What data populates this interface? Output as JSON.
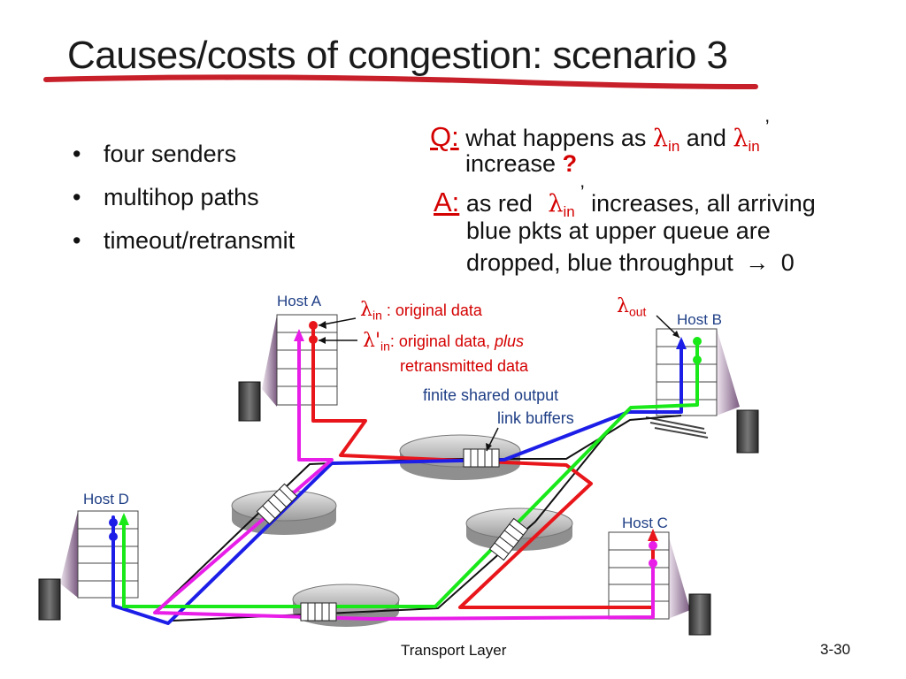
{
  "title": "Causes/costs of congestion: scenario 3",
  "bullets": [
    "four senders",
    "multihop paths",
    "timeout/retransmit"
  ],
  "question": {
    "label": "Q:",
    "text_1": "what happens as",
    "lambda": "λ",
    "sub_in": "in",
    "and": "and",
    "prime": "’",
    "line2": "increase",
    "qmark": "?"
  },
  "answer": {
    "label": "A:",
    "text_1": "as red",
    "lambda": "λ",
    "sub_in": "in",
    "prime": "’",
    "text_2": "increases, all arriving",
    "line2": "blue pkts at upper queue are",
    "line3": "dropped, blue throughput",
    "arrow": "→",
    "zero": "0"
  },
  "labels": {
    "lambda_in_sym": "λ",
    "lambda_in_sub": "in",
    "lambda_in_text": ": original data",
    "lambda_prime_sym": "λ'",
    "lambda_prime_sub": "in",
    "lambda_prime_text": ": original data,",
    "plus": "plus",
    "retransmitted": "retransmitted data",
    "lambda_out_sym": "λ",
    "lambda_out_sub": "out",
    "buffers_1": "finite shared output",
    "buffers_2": "link buffers"
  },
  "hosts": {
    "a": "Host A",
    "b": "Host B",
    "c": "Host C",
    "d": "Host D"
  },
  "footer": {
    "center": "Transport Layer",
    "page": "3-30"
  },
  "colors": {
    "red": "#e8161b",
    "blue": "#1c1ee8",
    "green": "#19e819",
    "magenta": "#e81ee8",
    "title_underline": "#c8202a",
    "label_red": "#d40000",
    "label_blue": "#1f3f86"
  }
}
